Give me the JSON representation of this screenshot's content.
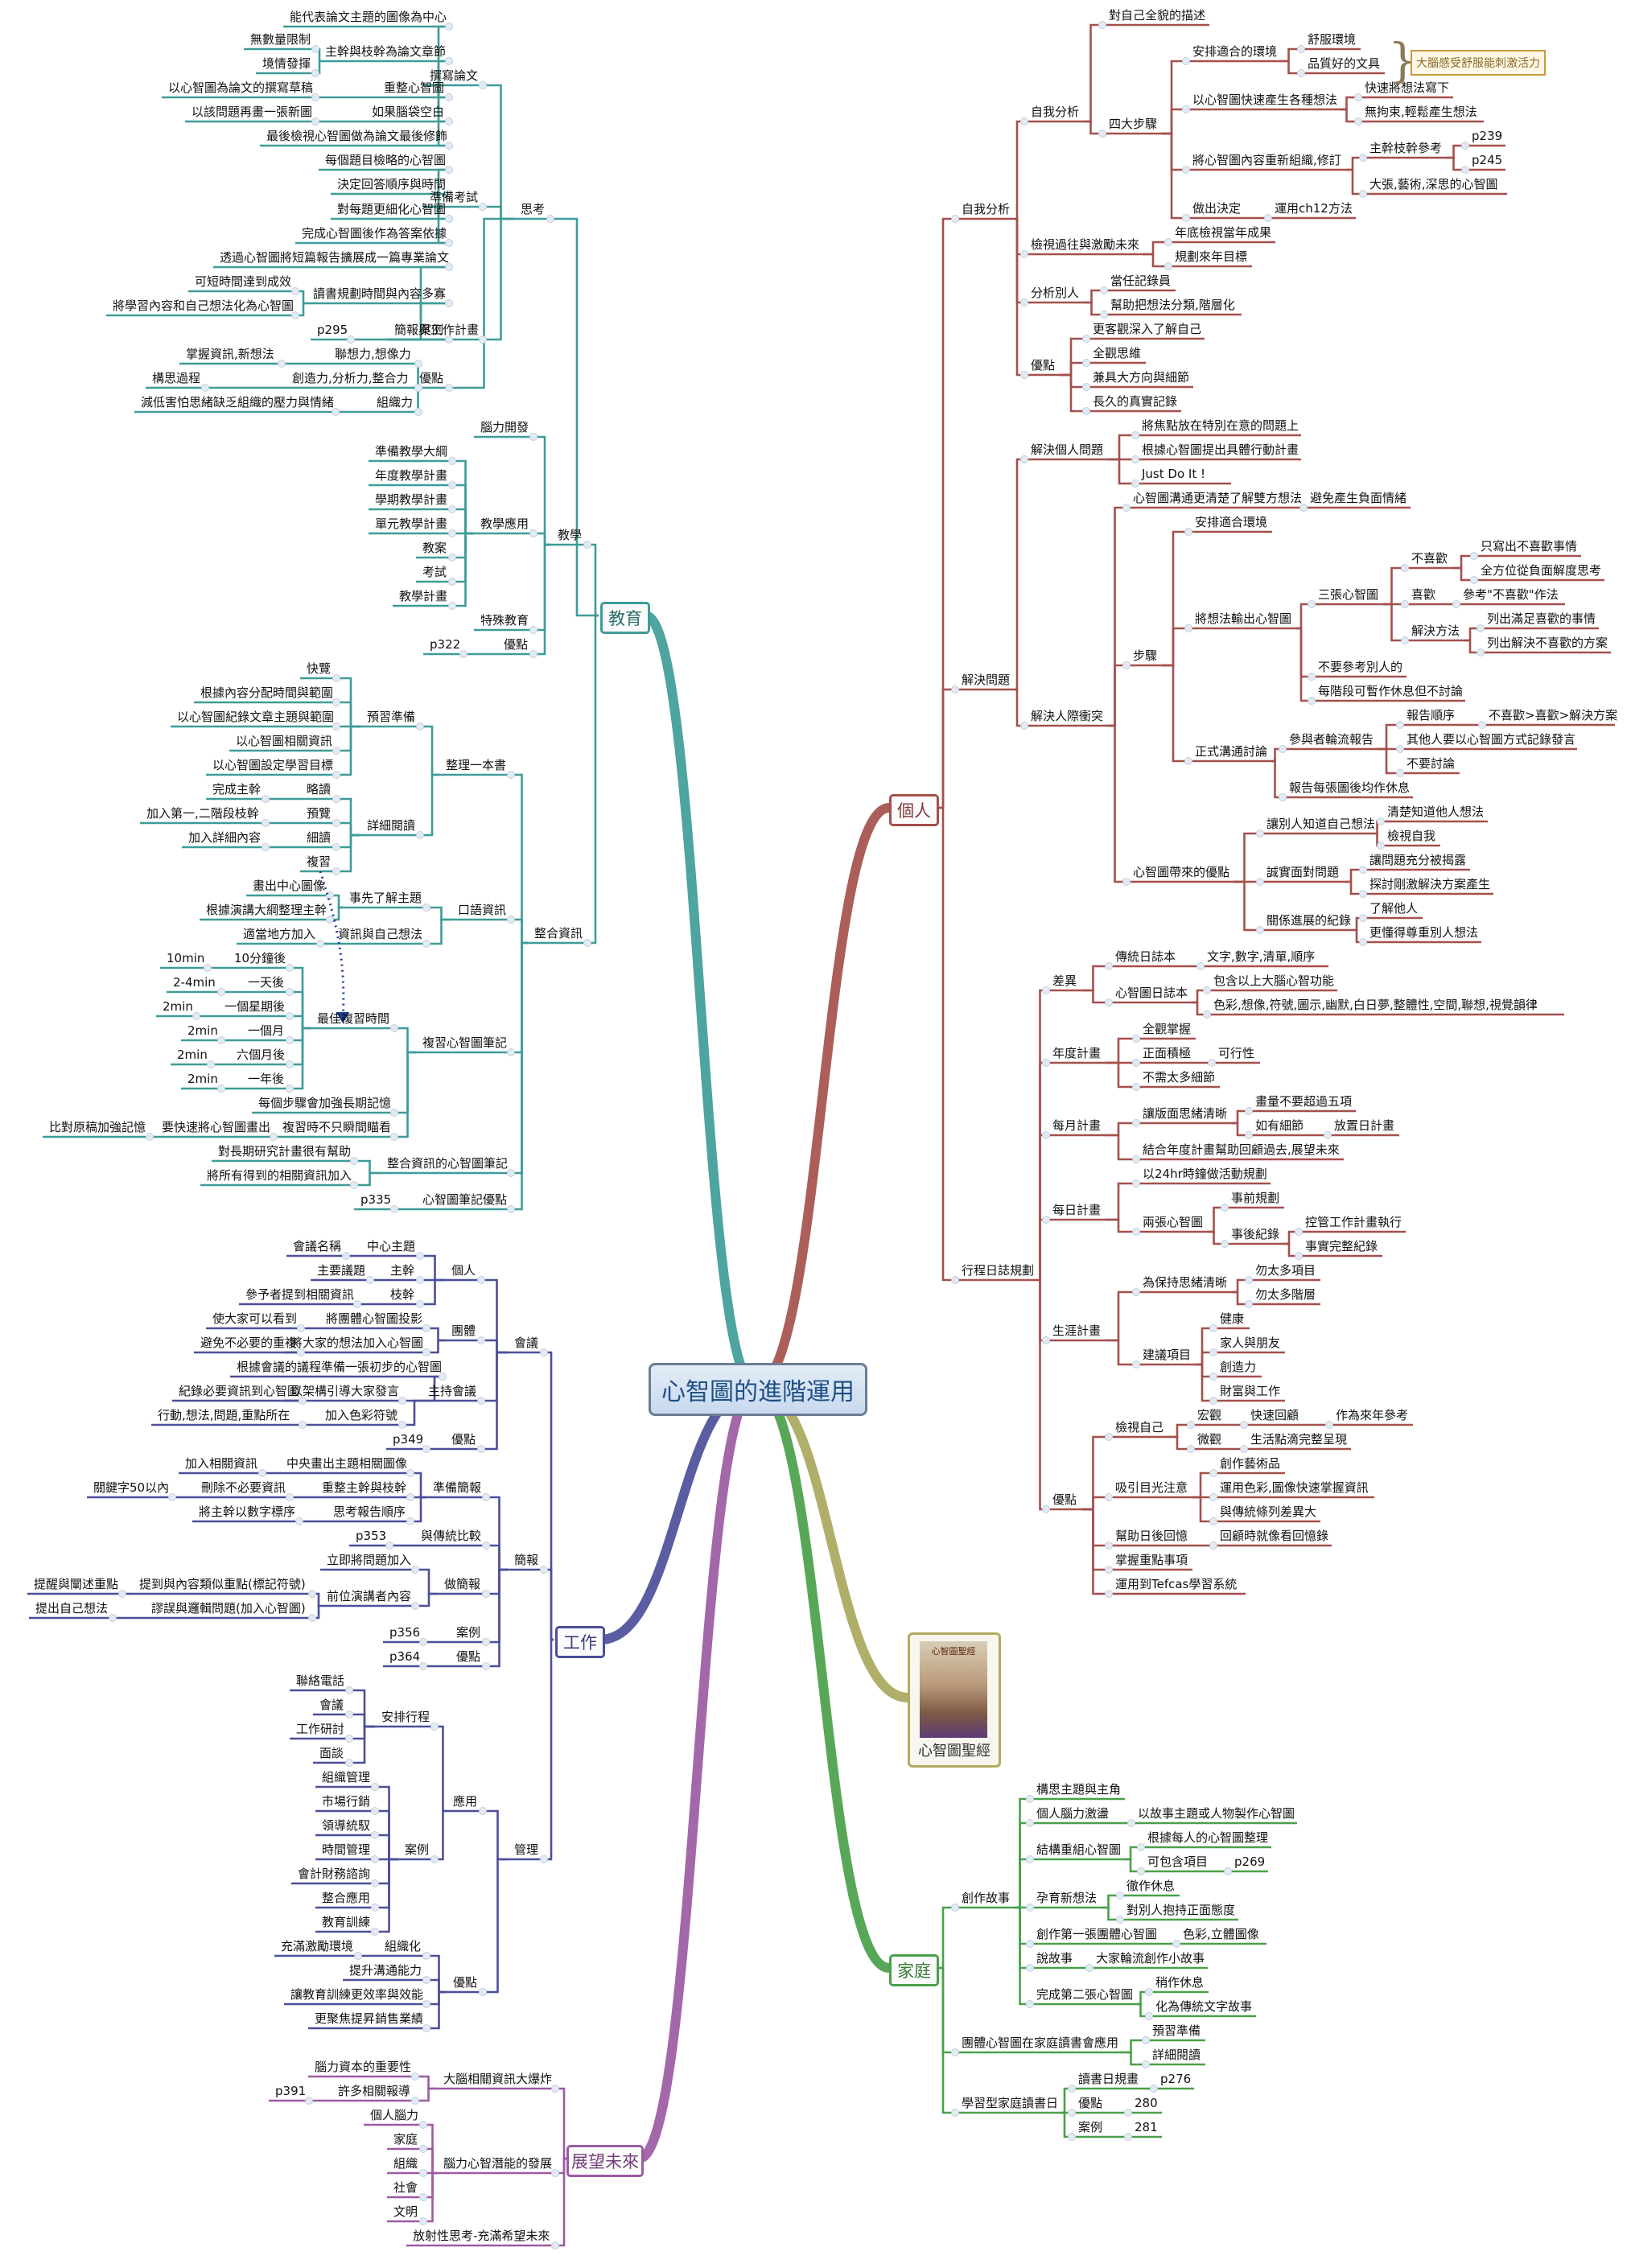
{
  "center": "心智圖的進階運用",
  "colors": {
    "education": "#3e9c98",
    "personal": "#a4504c",
    "work": "#4c4f99",
    "future": "#9c5aa2",
    "family": "#4aa04a",
    "book": "#a9a85c"
  },
  "icons": {
    "line-marker": "tiny circle on the connector between a node and its parent",
    "book-cover-icon": "cover image of the book 心智圖聖經",
    "dotted-arrow": "dotted arrow from 複習 to 最佳複習時間"
  },
  "main_topics": {
    "education": "教育",
    "personal": "個人",
    "work": "工作",
    "future": "展望未來",
    "family": "家庭",
    "book": "心智圖聖經"
  },
  "callout": "大腦感受舒服能刺激活力",
  "nodes": [
    {
      "id": "e_think",
      "t": "思考"
    },
    {
      "id": "e_essay",
      "t": "撰寫論文"
    },
    {
      "id": "e1",
      "t": "能代表論文主題的圖像為中心"
    },
    {
      "id": "e2",
      "t": "主幹與枝幹為論文章節"
    },
    {
      "id": "e2a",
      "t": "無數量限制"
    },
    {
      "id": "e2b",
      "t": "境情發揮"
    },
    {
      "id": "e3",
      "t": "重整心智圖"
    },
    {
      "id": "e3a",
      "t": "以心智圖為論文的撰寫草稿"
    },
    {
      "id": "e4",
      "t": "如果腦袋空白"
    },
    {
      "id": "e4a",
      "t": "以該問題再畫一張新圖"
    },
    {
      "id": "e5",
      "t": "最後檢視心智圖做為論文最後修飾"
    },
    {
      "id": "e_exam",
      "t": "準備考試"
    },
    {
      "id": "e6",
      "t": "每個題目檢略的心智圖"
    },
    {
      "id": "e7",
      "t": "決定回答順序與時間"
    },
    {
      "id": "e8",
      "t": "對每題更細化心智圖"
    },
    {
      "id": "e9",
      "t": "完成心智圖後作為答案依據"
    },
    {
      "id": "e_report",
      "t": "簡報與工作計畫"
    },
    {
      "id": "e10",
      "t": "透過心智圖將短篇報告擴展成一篇專業論文"
    },
    {
      "id": "e11",
      "t": "讀書規劃時間與內容多寡"
    },
    {
      "id": "e11a",
      "t": "可短時間達到成效"
    },
    {
      "id": "e11b",
      "t": "將學習內容和自己想法化為心智圖"
    },
    {
      "id": "e12",
      "t": "案例"
    },
    {
      "id": "e12a",
      "t": "p295"
    },
    {
      "id": "e_adv",
      "t": "優點"
    },
    {
      "id": "e13",
      "t": "聯想力,想像力"
    },
    {
      "id": "e13a",
      "t": "掌握資訊,新想法"
    },
    {
      "id": "e14",
      "t": "創造力,分析力,整合力"
    },
    {
      "id": "e14a",
      "t": "構思過程"
    },
    {
      "id": "e15",
      "t": "組織力"
    },
    {
      "id": "e15a",
      "t": "減低害怕思緒缺乏組織的壓力與情緒"
    },
    {
      "id": "e_teach",
      "t": "教學"
    },
    {
      "id": "e16",
      "t": "腦力開發"
    },
    {
      "id": "e_tapp",
      "t": "教學應用"
    },
    {
      "id": "e17",
      "t": "準備教學大綱"
    },
    {
      "id": "e18",
      "t": "年度教學計畫"
    },
    {
      "id": "e19",
      "t": "學期教學計畫"
    },
    {
      "id": "e20",
      "t": "單元教學計畫"
    },
    {
      "id": "e21",
      "t": "教案"
    },
    {
      "id": "e22",
      "t": "考試"
    },
    {
      "id": "e23",
      "t": "教學計畫"
    },
    {
      "id": "e24",
      "t": "特殊教育"
    },
    {
      "id": "e25",
      "t": "優點"
    },
    {
      "id": "e25a",
      "t": "p322"
    },
    {
      "id": "e_integ",
      "t": "整合資訊"
    },
    {
      "id": "e_book",
      "t": "整理一本書"
    },
    {
      "id": "e26",
      "t": "預習準備"
    },
    {
      "id": "e26a",
      "t": "快覽"
    },
    {
      "id": "e26b",
      "t": "根據內容分配時間與範圍"
    },
    {
      "id": "e26c",
      "t": "以心智圖紀錄文章主題與範圍"
    },
    {
      "id": "e26d",
      "t": "以心智圖相關資訊"
    },
    {
      "id": "e26e",
      "t": "以心智圖設定學習目標"
    },
    {
      "id": "e27",
      "t": "詳細閱讀"
    },
    {
      "id": "e27a",
      "t": "略讀"
    },
    {
      "id": "e27a1",
      "t": "完成主幹"
    },
    {
      "id": "e27b",
      "t": "預覽"
    },
    {
      "id": "e27b1",
      "t": "加入第一,二階段枝幹"
    },
    {
      "id": "e27c",
      "t": "細讀"
    },
    {
      "id": "e27c1",
      "t": "加入詳細內容"
    },
    {
      "id": "e27d",
      "t": "複習"
    },
    {
      "id": "e_oral",
      "t": "口語資訊"
    },
    {
      "id": "e28",
      "t": "事先了解主題"
    },
    {
      "id": "e28a",
      "t": "畫出中心圖像"
    },
    {
      "id": "e28b",
      "t": "根據演講大綱整理主幹"
    },
    {
      "id": "e29",
      "t": "資訊與自己想法"
    },
    {
      "id": "e29a",
      "t": "適當地方加入"
    },
    {
      "id": "e_review",
      "t": "複習心智圖筆記"
    },
    {
      "id": "e30",
      "t": "最佳複習時間"
    },
    {
      "id": "e30a",
      "t": "10分鐘後"
    },
    {
      "id": "e30a1",
      "t": "10min"
    },
    {
      "id": "e30b",
      "t": "一天後"
    },
    {
      "id": "e30b1",
      "t": "2-4min"
    },
    {
      "id": "e30c",
      "t": "一個星期後"
    },
    {
      "id": "e30c1",
      "t": "2min"
    },
    {
      "id": "e30d",
      "t": "一個月"
    },
    {
      "id": "e30d1",
      "t": "2min"
    },
    {
      "id": "e30e",
      "t": "六個月後"
    },
    {
      "id": "e30e1",
      "t": "2min"
    },
    {
      "id": "e30f",
      "t": "一年後"
    },
    {
      "id": "e30f1",
      "t": "2min"
    },
    {
      "id": "e31",
      "t": "每個步驟會加強長期記憶"
    },
    {
      "id": "e32",
      "t": "複習時不只瞬間瞄看"
    },
    {
      "id": "e32a",
      "t": "要快速將心智圖畫出"
    },
    {
      "id": "e32b",
      "t": "比對原稿加強記憶"
    },
    {
      "id": "e_inote",
      "t": "整合資訊的心智圖筆記"
    },
    {
      "id": "e33",
      "t": "對長期研究計畫很有幫助"
    },
    {
      "id": "e34",
      "t": "將所有得到的相關資訊加入"
    },
    {
      "id": "e_nadv",
      "t": "心智圖筆記優點"
    },
    {
      "id": "e35",
      "t": "p335"
    },
    {
      "id": "p_self",
      "t": "自我分析"
    },
    {
      "id": "p_sa",
      "t": "自我分析"
    },
    {
      "id": "p1",
      "t": "對自己全貌的描述"
    },
    {
      "id": "p_steps",
      "t": "四大步驟"
    },
    {
      "id": "p2",
      "t": "安排適合的環境"
    },
    {
      "id": "p2a",
      "t": "舒服環境"
    },
    {
      "id": "p2b",
      "t": "品質好的文具"
    },
    {
      "id": "p3",
      "t": "以心智圖快速產生各種想法"
    },
    {
      "id": "p3a",
      "t": "快速將想法寫下"
    },
    {
      "id": "p3b",
      "t": "無拘束,輕鬆產生想法"
    },
    {
      "id": "p4",
      "t": "將心智圖內容重新組織,修訂"
    },
    {
      "id": "p4a",
      "t": "主幹枝幹參考"
    },
    {
      "id": "p4a1",
      "t": "p239"
    },
    {
      "id": "p4a2",
      "t": "p245"
    },
    {
      "id": "p4b",
      "t": "大張,藝術,深思的心智圖"
    },
    {
      "id": "p5",
      "t": "做出決定"
    },
    {
      "id": "p5a",
      "t": "運用ch12方法"
    },
    {
      "id": "p6",
      "t": "檢視過往與激勵未來"
    },
    {
      "id": "p6a",
      "t": "年底檢視當年成果"
    },
    {
      "id": "p6b",
      "t": "規劃來年目標"
    },
    {
      "id": "p7",
      "t": "分析別人"
    },
    {
      "id": "p7a",
      "t": "當任記錄員"
    },
    {
      "id": "p7b",
      "t": "幫助把想法分類,階層化"
    },
    {
      "id": "p8",
      "t": "優點"
    },
    {
      "id": "p8a",
      "t": "更客觀深入了解自己"
    },
    {
      "id": "p8b",
      "t": "全觀思維"
    },
    {
      "id": "p8c",
      "t": "兼具大方向與細節"
    },
    {
      "id": "p8d",
      "t": "長久的真實記錄"
    },
    {
      "id": "p_solve",
      "t": "解決問題"
    },
    {
      "id": "p9",
      "t": "解決個人問題"
    },
    {
      "id": "p9a",
      "t": "將焦點放在特別在意的問題上"
    },
    {
      "id": "p9b",
      "t": "根據心智圖提出具體行動計畫"
    },
    {
      "id": "p9c",
      "t": "Just Do It !"
    },
    {
      "id": "p10",
      "t": "解決人際衝突"
    },
    {
      "id": "p11",
      "t": "心智圖溝通更清楚了解雙方想法"
    },
    {
      "id": "p11a",
      "t": "避免產生負面情緒"
    },
    {
      "id": "p12",
      "t": "步驟"
    },
    {
      "id": "p12a",
      "t": "安排適合環境"
    },
    {
      "id": "p12b",
      "t": "將想法輸出心智圖"
    },
    {
      "id": "p12b1",
      "t": "三張心智圖"
    },
    {
      "id": "p12b1a",
      "t": "不喜歡"
    },
    {
      "id": "p12b1a1",
      "t": "只寫出不喜歡事情"
    },
    {
      "id": "p12b1a2",
      "t": "全方位從負面解度思考"
    },
    {
      "id": "p12b1b",
      "t": "喜歡"
    },
    {
      "id": "p12b1b1",
      "t": "參考\"不喜歡\"作法"
    },
    {
      "id": "p12b1c",
      "t": "解決方法"
    },
    {
      "id": "p12b1c1",
      "t": "列出滿足喜歡的事情"
    },
    {
      "id": "p12b1c2",
      "t": "列出解決不喜歡的方案"
    },
    {
      "id": "p12b2",
      "t": "不要參考別人的"
    },
    {
      "id": "p12b3",
      "t": "每階段可暫作休息但不討論"
    },
    {
      "id": "p12c",
      "t": "正式溝通討論"
    },
    {
      "id": "p12c1",
      "t": "參與者輪流報告"
    },
    {
      "id": "p12c1a",
      "t": "報告順序"
    },
    {
      "id": "p12c1a1",
      "t": "不喜歡>喜歡>解決方案"
    },
    {
      "id": "p12c1b",
      "t": "其他人要以心智圖方式記錄發言"
    },
    {
      "id": "p12c1c",
      "t": "不要討論"
    },
    {
      "id": "p12c2",
      "t": "報告每張圖後均作休息"
    },
    {
      "id": "p13",
      "t": "心智圖帶來的優點"
    },
    {
      "id": "p13a",
      "t": "讓別人知道自己想法"
    },
    {
      "id": "p13a1",
      "t": "清楚知道他人想法"
    },
    {
      "id": "p13a2",
      "t": "檢視自我"
    },
    {
      "id": "p13b",
      "t": "誠實面對問題"
    },
    {
      "id": "p13b1",
      "t": "讓問題充分被揭露"
    },
    {
      "id": "p13b2",
      "t": "探討剛激解決方案產生"
    },
    {
      "id": "p13c",
      "t": "關係進展的紀錄"
    },
    {
      "id": "p13c1",
      "t": "了解他人"
    },
    {
      "id": "p13c2",
      "t": "更懂得尊重別人想法"
    },
    {
      "id": "p_plan",
      "t": "行程日誌規劃"
    },
    {
      "id": "p14",
      "t": "差異"
    },
    {
      "id": "p14a",
      "t": "傳統日誌本"
    },
    {
      "id": "p14a1",
      "t": "文字,數字,清單,順序"
    },
    {
      "id": "p14b",
      "t": "心智圖日誌本"
    },
    {
      "id": "p14b1",
      "t": "包含以上大腦心智功能"
    },
    {
      "id": "p14b2",
      "t": "色彩,想像,符號,圖示,幽默,白日夢,整體性,空間,聯想,視覺韻律"
    },
    {
      "id": "p15",
      "t": "年度計畫"
    },
    {
      "id": "p15a",
      "t": "全觀掌握"
    },
    {
      "id": "p15b",
      "t": "正面積極"
    },
    {
      "id": "p15b1",
      "t": "可行性"
    },
    {
      "id": "p15c",
      "t": "不需太多細節"
    },
    {
      "id": "p16",
      "t": "每月計畫"
    },
    {
      "id": "p16a",
      "t": "讓版面思緒清晰"
    },
    {
      "id": "p16a1",
      "t": "畫量不要超過五項"
    },
    {
      "id": "p16a2",
      "t": "如有細節"
    },
    {
      "id": "p16a2a",
      "t": "放置日計畫"
    },
    {
      "id": "p16b",
      "t": "結合年度計畫幫助回顧過去,展望未來"
    },
    {
      "id": "p17",
      "t": "每日計畫"
    },
    {
      "id": "p17a",
      "t": "以24hr時鐘做活動規劃"
    },
    {
      "id": "p17b",
      "t": "兩張心智圖"
    },
    {
      "id": "p17b1",
      "t": "事前規劃"
    },
    {
      "id": "p17b2",
      "t": "事後紀錄"
    },
    {
      "id": "p17b2a",
      "t": "控管工作計畫執行"
    },
    {
      "id": "p17b2b",
      "t": "事實完整紀錄"
    },
    {
      "id": "p18",
      "t": "生涯計畫"
    },
    {
      "id": "p18a",
      "t": "為保持思緒清晰"
    },
    {
      "id": "p18a1",
      "t": "勿太多項目"
    },
    {
      "id": "p18a2",
      "t": "勿太多階層"
    },
    {
      "id": "p18b",
      "t": "建議項目"
    },
    {
      "id": "p18b1",
      "t": "健康"
    },
    {
      "id": "p18b2",
      "t": "家人與朋友"
    },
    {
      "id": "p18b3",
      "t": "創造力"
    },
    {
      "id": "p18b4",
      "t": "財富與工作"
    },
    {
      "id": "p19",
      "t": "優點"
    },
    {
      "id": "p19a",
      "t": "檢視自己"
    },
    {
      "id": "p19a1",
      "t": "宏觀"
    },
    {
      "id": "p19a1a",
      "t": "快速回顧"
    },
    {
      "id": "p19a1b",
      "t": "作為來年參考"
    },
    {
      "id": "p19a2",
      "t": "微觀"
    },
    {
      "id": "p19a2a",
      "t": "生活點滴完整呈現"
    },
    {
      "id": "p19b",
      "t": "吸引目光注意"
    },
    {
      "id": "p19b1",
      "t": "創作藝術品"
    },
    {
      "id": "p19b2",
      "t": "運用色彩,圖像快速掌握資訊"
    },
    {
      "id": "p19b3",
      "t": "與傳統條列差異大"
    },
    {
      "id": "p19c",
      "t": "幫助日後回憶"
    },
    {
      "id": "p19c1",
      "t": "回顧時就像看回憶錄"
    },
    {
      "id": "p19d",
      "t": "掌握重點事項"
    },
    {
      "id": "p19e",
      "t": "運用到Tefcas學習系統"
    },
    {
      "id": "w_meet",
      "t": "會議"
    },
    {
      "id": "w_ind",
      "t": "個人"
    },
    {
      "id": "w1",
      "t": "中心主題"
    },
    {
      "id": "w1a",
      "t": "會議名稱"
    },
    {
      "id": "w2",
      "t": "主幹"
    },
    {
      "id": "w2a",
      "t": "主要議題"
    },
    {
      "id": "w3",
      "t": "枝幹"
    },
    {
      "id": "w3a",
      "t": "參予者提到相關資訊"
    },
    {
      "id": "w_group",
      "t": "團體"
    },
    {
      "id": "w4",
      "t": "將團體心智圖投影"
    },
    {
      "id": "w4a",
      "t": "使大家可以看到"
    },
    {
      "id": "w5",
      "t": "將大家的想法加入心智圖"
    },
    {
      "id": "w5a",
      "t": "避免不必要的重複"
    },
    {
      "id": "w_host",
      "t": "主持會議"
    },
    {
      "id": "w6",
      "t": "根據會議的議程準備一張初步的心智圖"
    },
    {
      "id": "w7",
      "t": "以架構引導大家發言"
    },
    {
      "id": "w7a",
      "t": "紀錄必要資訊到心智圖"
    },
    {
      "id": "w8",
      "t": "加入色彩符號"
    },
    {
      "id": "w8a",
      "t": "行動,想法,問題,重點所在"
    },
    {
      "id": "w9",
      "t": "優點"
    },
    {
      "id": "w9a",
      "t": "p349"
    },
    {
      "id": "w_pres",
      "t": "簡報"
    },
    {
      "id": "w_prep",
      "t": "準備簡報"
    },
    {
      "id": "w10",
      "t": "中央畫出主題相關圖像"
    },
    {
      "id": "w10a",
      "t": "加入相關資訊"
    },
    {
      "id": "w11",
      "t": "重整主幹與枝幹"
    },
    {
      "id": "w11a",
      "t": "刪除不必要資訊"
    },
    {
      "id": "w11b",
      "t": "關鍵字50以內"
    },
    {
      "id": "w12",
      "t": "思考報告順序"
    },
    {
      "id": "w12a",
      "t": "將主幹以數字標序"
    },
    {
      "id": "w13",
      "t": "與傳統比較"
    },
    {
      "id": "w13a",
      "t": "p353"
    },
    {
      "id": "w_do",
      "t": "做簡報"
    },
    {
      "id": "w14",
      "t": "立即將問題加入"
    },
    {
      "id": "w15",
      "t": "前位演講者內容"
    },
    {
      "id": "w15a",
      "t": "提到與內容類似重點(標記符號)"
    },
    {
      "id": "w15a1",
      "t": "提醒與闡述重點"
    },
    {
      "id": "w15b",
      "t": "謬誤與邏輯問題(加入心智圖)"
    },
    {
      "id": "w15b1",
      "t": "提出自己想法"
    },
    {
      "id": "w16",
      "t": "案例"
    },
    {
      "id": "w16a",
      "t": "p356"
    },
    {
      "id": "w17",
      "t": "優點"
    },
    {
      "id": "w17a",
      "t": "p364"
    },
    {
      "id": "w_mgmt",
      "t": "管理"
    },
    {
      "id": "w_app",
      "t": "應用"
    },
    {
      "id": "w18",
      "t": "安排行程"
    },
    {
      "id": "w18a",
      "t": "聯絡電話"
    },
    {
      "id": "w18b",
      "t": "會議"
    },
    {
      "id": "w18c",
      "t": "工作研討"
    },
    {
      "id": "w18d",
      "t": "面談"
    },
    {
      "id": "w19",
      "t": "案例"
    },
    {
      "id": "w19a",
      "t": "組織管理"
    },
    {
      "id": "w19b",
      "t": "市場行銷"
    },
    {
      "id": "w19c",
      "t": "領導統馭"
    },
    {
      "id": "w19d",
      "t": "時間管理"
    },
    {
      "id": "w19e",
      "t": "會計財務諮詢"
    },
    {
      "id": "w19f",
      "t": "整合應用"
    },
    {
      "id": "w19g",
      "t": "教育訓練"
    },
    {
      "id": "w20",
      "t": "優點"
    },
    {
      "id": "w20a",
      "t": "組織化"
    },
    {
      "id": "w20a1",
      "t": "充滿激勵環境"
    },
    {
      "id": "w20b",
      "t": "提升溝通能力"
    },
    {
      "id": "w20c",
      "t": "讓教育訓練更效率與效能"
    },
    {
      "id": "w20d",
      "t": "更聚焦提昇銷售業績"
    },
    {
      "id": "f1",
      "t": "大腦相關資訊大爆炸"
    },
    {
      "id": "f1a",
      "t": "腦力資本的重要性"
    },
    {
      "id": "f1b",
      "t": "許多相關報導"
    },
    {
      "id": "f1b1",
      "t": "p391"
    },
    {
      "id": "f2",
      "t": "腦力心智潛能的發展"
    },
    {
      "id": "f2a",
      "t": "個人腦力"
    },
    {
      "id": "f2b",
      "t": "家庭"
    },
    {
      "id": "f2c",
      "t": "組織"
    },
    {
      "id": "f2d",
      "t": "社會"
    },
    {
      "id": "f2e",
      "t": "文明"
    },
    {
      "id": "f3",
      "t": "放射性思考-充滿希望未來"
    },
    {
      "id": "h_story",
      "t": "創作故事"
    },
    {
      "id": "h1",
      "t": "構思主題與主角"
    },
    {
      "id": "h2",
      "t": "個人腦力激盪"
    },
    {
      "id": "h2a",
      "t": "以故事主題或人物製作心智圖"
    },
    {
      "id": "h3",
      "t": "結構重組心智圖"
    },
    {
      "id": "h3a",
      "t": "根據每人的心智圖整理"
    },
    {
      "id": "h3b",
      "t": "可包含項目"
    },
    {
      "id": "h3b1",
      "t": "p269"
    },
    {
      "id": "h4",
      "t": "孕育新想法"
    },
    {
      "id": "h4a",
      "t": "徹作休息"
    },
    {
      "id": "h4b",
      "t": "對別人抱持正面態度"
    },
    {
      "id": "h5",
      "t": "創作第一張團體心智圖"
    },
    {
      "id": "h5a",
      "t": "色彩,立體圖像"
    },
    {
      "id": "h6",
      "t": "說故事"
    },
    {
      "id": "h6a",
      "t": "大家輪流創作小故事"
    },
    {
      "id": "h7",
      "t": "完成第二張心智圖"
    },
    {
      "id": "h7a",
      "t": "稍作休息"
    },
    {
      "id": "h7b",
      "t": "化為傳統文字故事"
    },
    {
      "id": "h8",
      "t": "團體心智圖在家庭讀書會應用"
    },
    {
      "id": "h8a",
      "t": "預習準備"
    },
    {
      "id": "h8b",
      "t": "詳細閱讀"
    },
    {
      "id": "h9",
      "t": "學習型家庭讀書日"
    },
    {
      "id": "h9a",
      "t": "讀書日規畫"
    },
    {
      "id": "h9a1",
      "t": "p276"
    },
    {
      "id": "h9b",
      "t": "優點"
    },
    {
      "id": "h9b1",
      "t": "280"
    },
    {
      "id": "h9c",
      "t": "案例"
    },
    {
      "id": "h9c1",
      "t": "281"
    }
  ]
}
